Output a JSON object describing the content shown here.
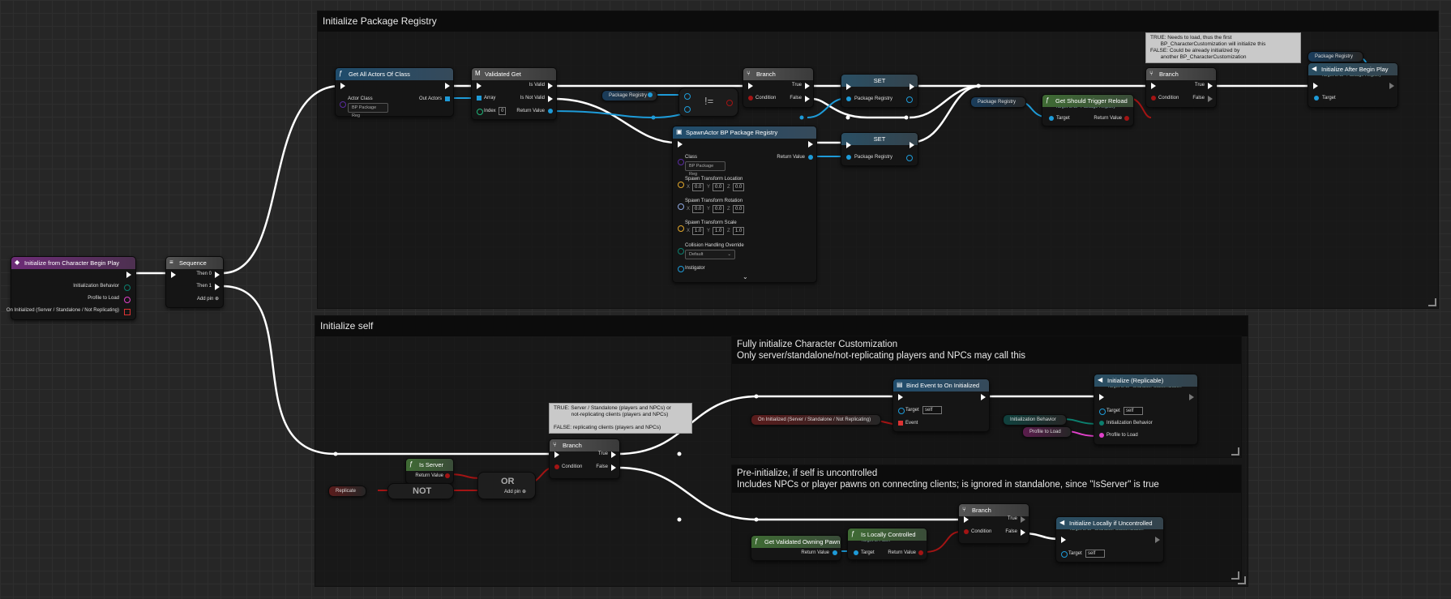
{
  "comments": {
    "package_registry": "Initialize Package Registry",
    "self": "Initialize self",
    "fully": "Fully initialize Character Customization\nOnly server/standalone/not-replicating players and NPCs may call this",
    "pre": "Pre-initialize, if self is uncontrolled\nIncludes NPCs or player pawns on connecting clients; is ignored in standalone, since \"IsServer\" is true"
  },
  "notes": {
    "reload": "TRUE: Needs to load, thus the first\n       BP_CharacterCustomization will initialize this\nFALSE: Could be already initialized by\n       another BP_CharacterCustomization",
    "server": "TRUE: Server / Standalone (players and NPCs) or\n            not-replicating clients (players and NPCs)\n\nFALSE: replicating clients (players and NPCs)"
  },
  "event_node": {
    "title": "Initialize from Character Begin Play",
    "pin1": "Initialization Behavior",
    "pin2": "Profile to Load",
    "pin3": "On Initialized (Server / Standalone / Not Replicating)"
  },
  "sequence": {
    "title": "Sequence",
    "then0": "Then 0",
    "then1": "Then 1",
    "add_pin": "Add pin"
  },
  "get_all_actors": {
    "title": "Get All Actors Of Class",
    "actor_class": "Actor Class",
    "class_value": "BP Package Reg",
    "out": "Out Actors"
  },
  "validated_get": {
    "title": "Validated Get",
    "is_valid": "Is Valid",
    "is_not_valid": "Is Not Valid",
    "array": "Array",
    "index": "Index",
    "index_value": "0",
    "return": "Return Value"
  },
  "package_registry_var": "Package Registry",
  "branch": {
    "title": "Branch",
    "true": "True",
    "false": "False",
    "condition": "Condition"
  },
  "set": {
    "title": "SET",
    "pin": "Package Registry"
  },
  "spawn": {
    "title": "SpawnActor BP Package Registry",
    "class": "Class",
    "class_value": "BP Package Reg",
    "return": "Return Value",
    "loc": "Spawn Transform Location",
    "rot": "Spawn Transform Rotation",
    "scale": "Spawn Transform Scale",
    "x": "X",
    "y": "Y",
    "z": "Z",
    "loc_vals": [
      "0.0",
      "0.0",
      "0.0"
    ],
    "rot_vals": [
      "0.0",
      "0.0",
      "0.0"
    ],
    "scale_vals": [
      "1.0",
      "1.0",
      "1.0"
    ],
    "collision": "Collision Handling Override",
    "collision_value": "Default",
    "instigator": "Instigator"
  },
  "should_reload": {
    "title": "Get Should Trigger Reload",
    "sub": "Target is BP Package Registry",
    "target": "Target",
    "return": "Return Value"
  },
  "after_begin": {
    "title": "Initialize After Begin Play",
    "sub": "Target is BP Package Registry",
    "target": "Target"
  },
  "is_server": {
    "title": "Is Server",
    "return": "Return Value"
  },
  "replicate_var": "Replicate",
  "not_label": "NOT",
  "or_label": "OR",
  "bind_event": {
    "title": "Bind Event to On Initialized",
    "target": "Target",
    "self": "self",
    "event": "Event"
  },
  "on_init_var": "On Initialized (Server / Standalone / Not Replicating)",
  "init_replicable": {
    "title": "Initialize (Replicable)",
    "sub": "Target is BP Character Customization",
    "target": "Target",
    "self": "self",
    "behavior": "Initialization Behavior",
    "profile": "Profile to Load"
  },
  "behavior_var": "Initialization Behavior",
  "profile_var": "Profile to Load",
  "get_owning": {
    "title": "Get Validated Owning Pawn",
    "return": "Return Value"
  },
  "is_locally": {
    "title": "Is Locally Controlled",
    "sub": "Target is Pawn",
    "target": "Target",
    "return": "Return Value"
  },
  "init_locally": {
    "title": "Initialize Locally if Uncontrolled",
    "sub": "Target is BP Character Customization",
    "target": "Target",
    "self": "self"
  },
  "colors": {
    "exec": "#ffffff",
    "object": "#1e9bd8",
    "bool": "#a31414",
    "struct": "#0c7f6e",
    "pink": "#e041c9"
  }
}
